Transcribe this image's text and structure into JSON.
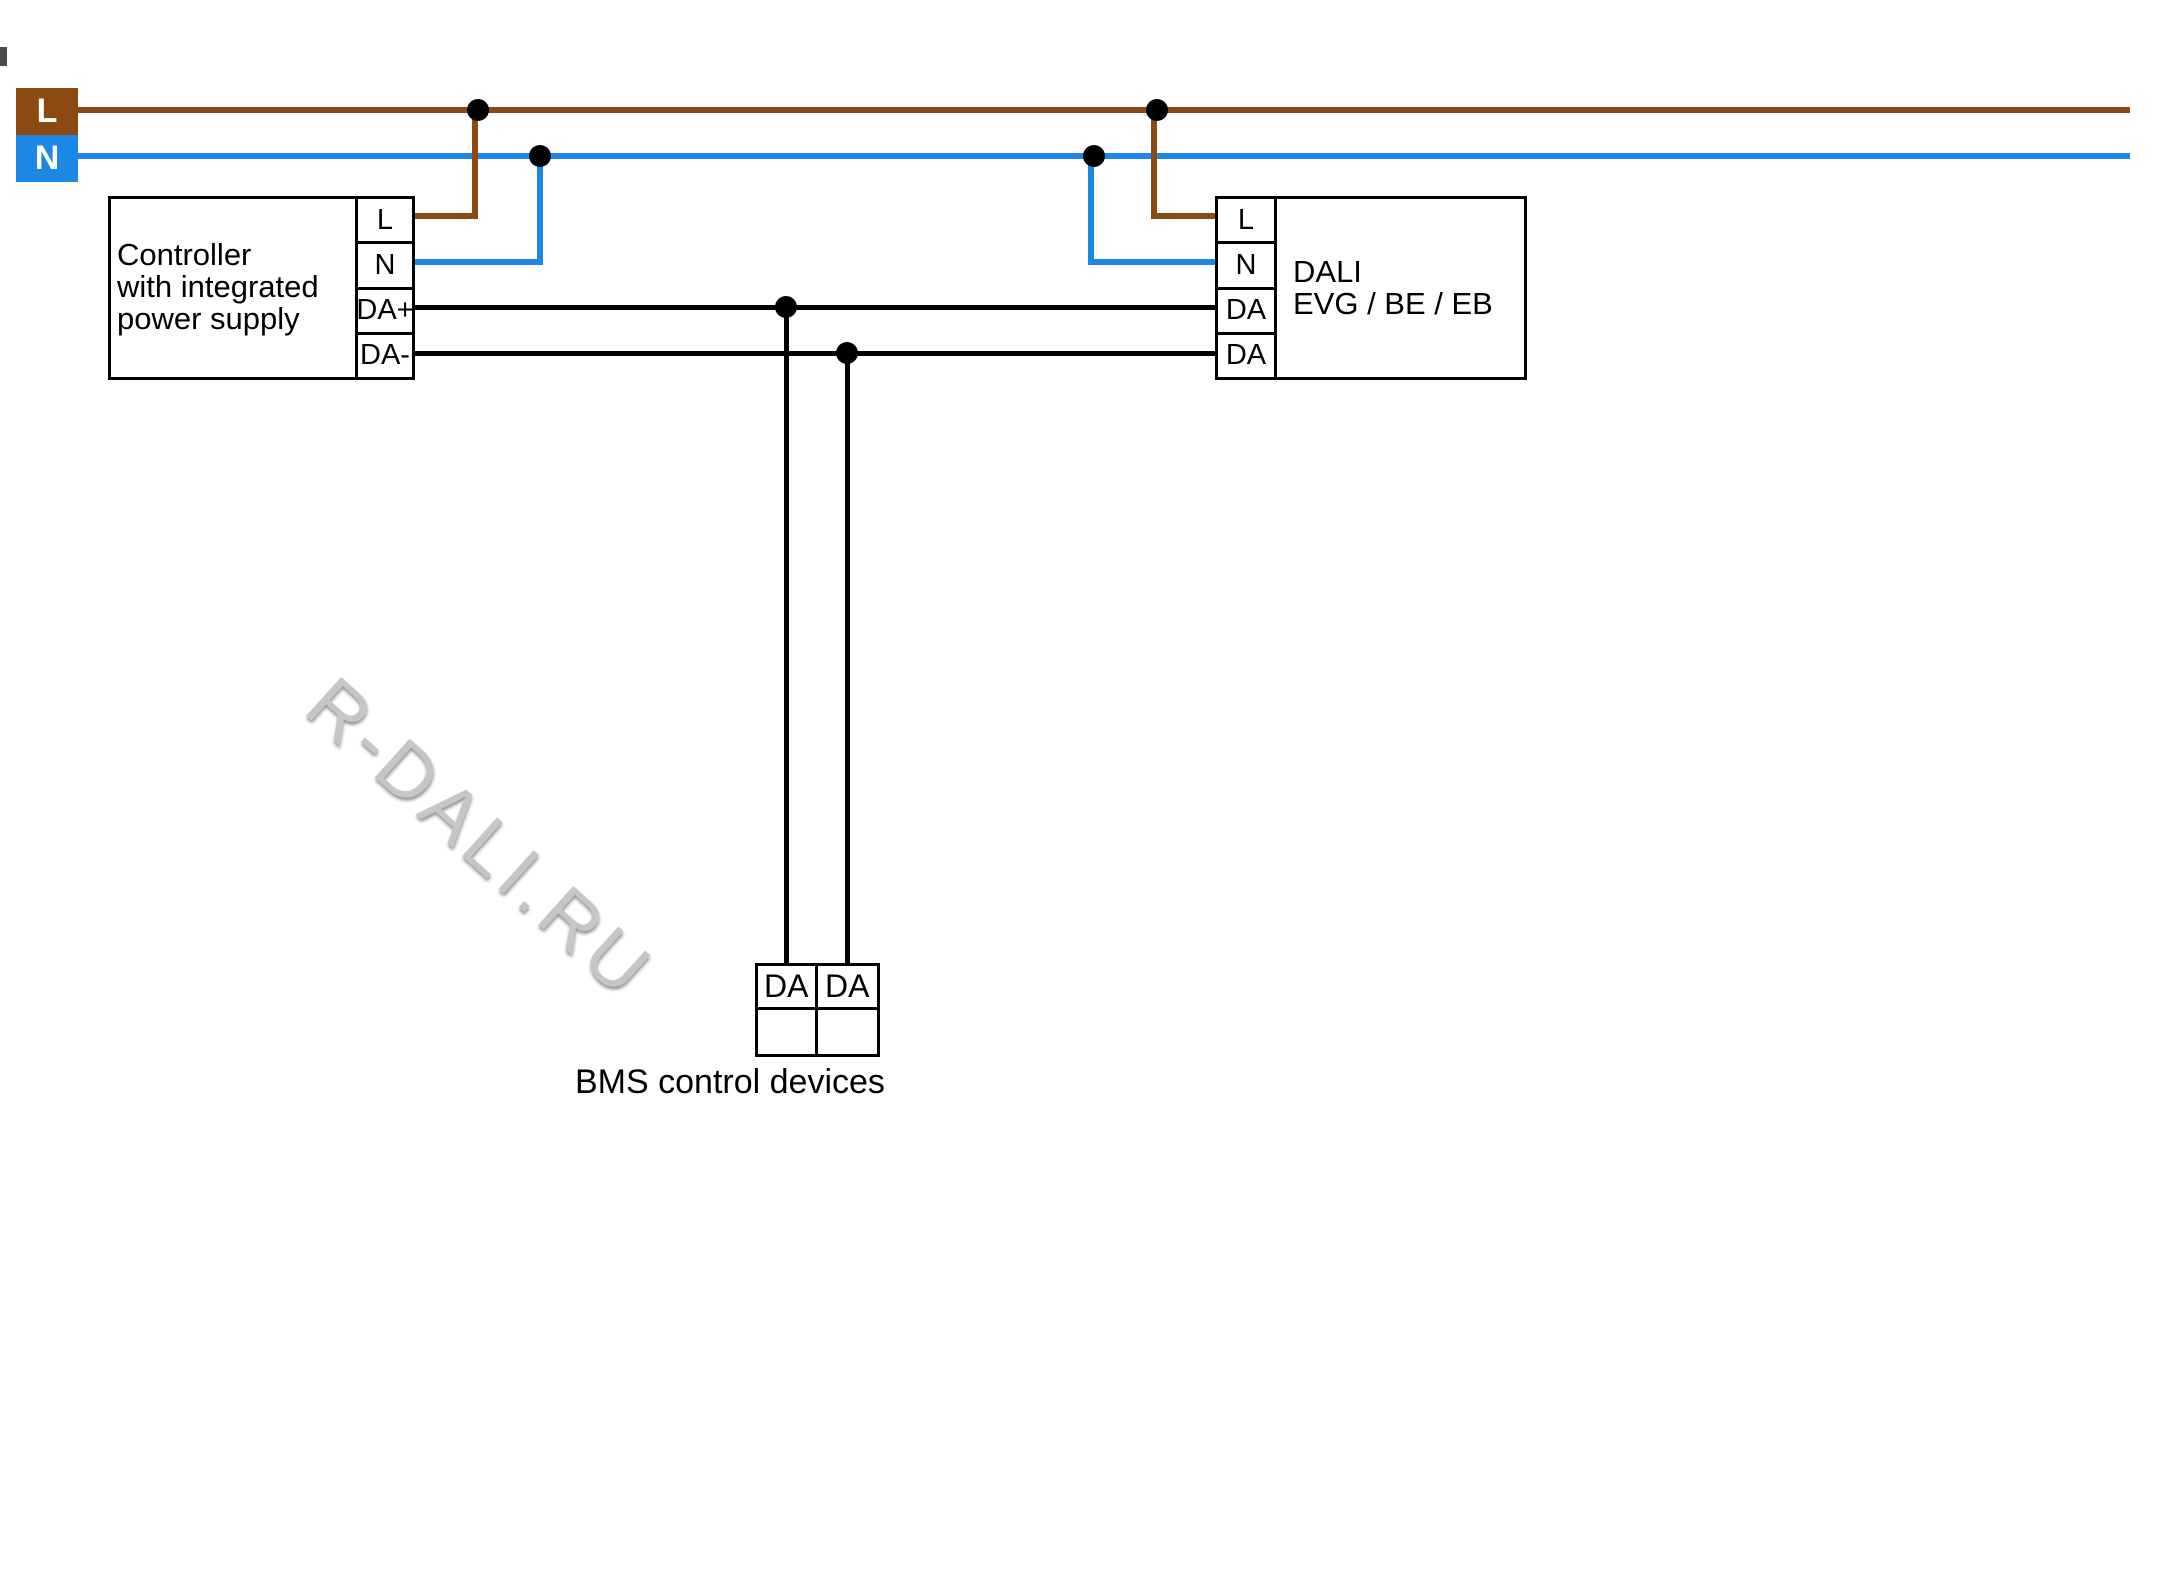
{
  "legend": {
    "live": "L",
    "neutral": "N"
  },
  "controller": {
    "name_lines": [
      "Controller",
      "with integrated",
      "power supply"
    ],
    "terminals": [
      "L",
      "N",
      "DA+",
      "DA-"
    ]
  },
  "dali": {
    "name_lines": [
      "DALI",
      "EVG / BE / EB"
    ],
    "terminals": [
      "L",
      "N",
      "DA",
      "DA"
    ]
  },
  "bms": {
    "terminals": [
      "DA",
      "DA"
    ],
    "caption": "BMS control devices"
  },
  "watermark": {
    "text": "R-DALI.RU"
  },
  "colors": {
    "live_wire": "#8a4a12",
    "neutral_wire": "#1d87e4",
    "dali_bus": "#000000",
    "junction_dot": "#000000"
  }
}
